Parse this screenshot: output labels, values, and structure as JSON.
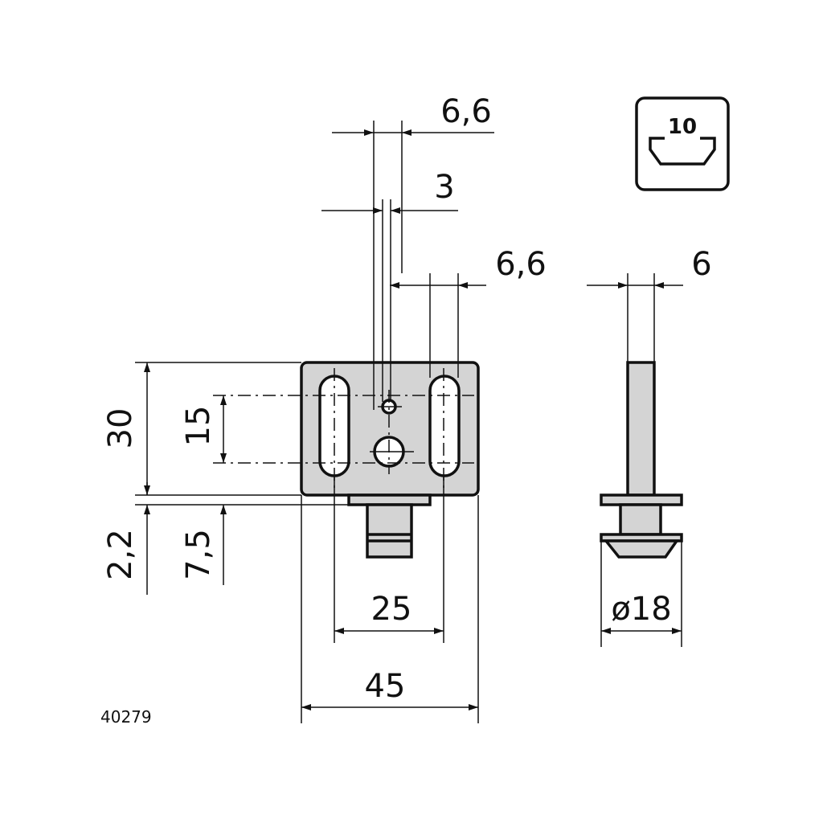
{
  "drawing_number": "40279",
  "slot_badge": {
    "label": "10",
    "icon": "t-slot-profile-icon"
  },
  "dimensions": {
    "top_width_a": "6,6",
    "top_width_b": "3",
    "slot_offset": "6,6",
    "side_thickness": "6",
    "height_total": "30",
    "hole_spacing": "15",
    "tab_height": "2,2",
    "stem_height": "7,5",
    "slot_spacing": "25",
    "width_total": "45",
    "diameter": "ø18"
  },
  "colors": {
    "fill": "#d4d4d4",
    "line": "#111111"
  }
}
